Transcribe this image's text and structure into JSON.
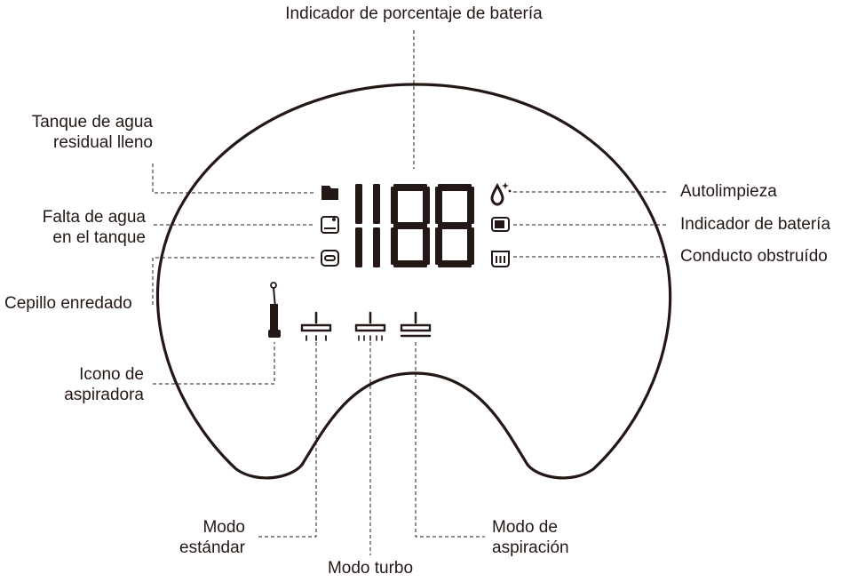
{
  "labels": {
    "battery_percentage": "Indicador de porcentaje de batería",
    "dirty_tank_full": [
      "Tanque de agua",
      "residual lleno"
    ],
    "water_shortage": [
      "Falta de agua",
      "en el tanque"
    ],
    "brush_tangled": "Cepillo enredado",
    "vacuum_icon": [
      "Icono de",
      "aspiradora"
    ],
    "self_cleaning": "Autolimpieza",
    "battery_indicator": "Indicador de batería",
    "duct_blocked": "Conducto obstruído",
    "standard_mode": [
      "Modo",
      "estándar"
    ],
    "turbo_mode": "Modo turbo",
    "suction_mode": [
      "Modo de",
      "aspiración"
    ]
  },
  "display": {
    "digits": "188"
  },
  "colors": {
    "ink": "#231815",
    "background": "#ffffff"
  }
}
